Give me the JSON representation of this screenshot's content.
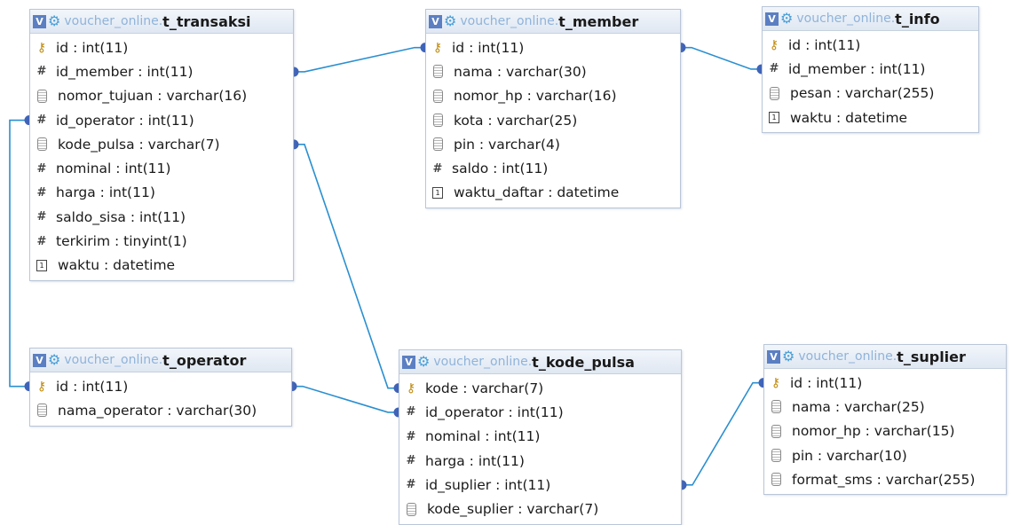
{
  "database": "voucher_online",
  "tables": [
    {
      "key": "t_transaksi",
      "db_label": "voucher_online.",
      "name": "t_transaksi",
      "fields": [
        {
          "text": "id : int(11)",
          "icon": "key"
        },
        {
          "text": "id_member : int(11)",
          "icon": "num"
        },
        {
          "text": "nomor_tujuan : varchar(16)",
          "icon": "str"
        },
        {
          "text": "id_operator : int(11)",
          "icon": "num"
        },
        {
          "text": "kode_pulsa : varchar(7)",
          "icon": "str"
        },
        {
          "text": "nominal : int(11)",
          "icon": "num"
        },
        {
          "text": "harga : int(11)",
          "icon": "num"
        },
        {
          "text": "saldo_sisa : int(11)",
          "icon": "num"
        },
        {
          "text": "terkirim : tinyint(1)",
          "icon": "num"
        },
        {
          "text": "waktu : datetime",
          "icon": "date"
        }
      ]
    },
    {
      "key": "t_member",
      "db_label": "voucher_online.",
      "name": "t_member",
      "fields": [
        {
          "text": "id : int(11)",
          "icon": "key"
        },
        {
          "text": "nama : varchar(30)",
          "icon": "str"
        },
        {
          "text": "nomor_hp : varchar(16)",
          "icon": "str"
        },
        {
          "text": "kota : varchar(25)",
          "icon": "str"
        },
        {
          "text": "pin : varchar(4)",
          "icon": "str"
        },
        {
          "text": "saldo : int(11)",
          "icon": "num"
        },
        {
          "text": "waktu_daftar : datetime",
          "icon": "date"
        }
      ]
    },
    {
      "key": "t_info",
      "db_label": "voucher_online.",
      "name": "t_info",
      "fields": [
        {
          "text": "id : int(11)",
          "icon": "key"
        },
        {
          "text": "id_member : int(11)",
          "icon": "num"
        },
        {
          "text": "pesan : varchar(255)",
          "icon": "str"
        },
        {
          "text": "waktu : datetime",
          "icon": "date"
        }
      ]
    },
    {
      "key": "t_operator",
      "db_label": "voucher_online.",
      "name": "t_operator",
      "fields": [
        {
          "text": "id : int(11)",
          "icon": "key"
        },
        {
          "text": "nama_operator : varchar(30)",
          "icon": "str"
        }
      ]
    },
    {
      "key": "t_kode_pulsa",
      "db_label": "voucher_online.",
      "name": "t_kode_pulsa",
      "fields": [
        {
          "text": "kode : varchar(7)",
          "icon": "key"
        },
        {
          "text": "id_operator : int(11)",
          "icon": "num"
        },
        {
          "text": "nominal : int(11)",
          "icon": "num"
        },
        {
          "text": "harga : int(11)",
          "icon": "num"
        },
        {
          "text": "id_suplier : int(11)",
          "icon": "num"
        },
        {
          "text": "kode_suplier : varchar(7)",
          "icon": "str"
        }
      ]
    },
    {
      "key": "t_suplier",
      "db_label": "voucher_online.",
      "name": "t_suplier",
      "fields": [
        {
          "text": "id : int(11)",
          "icon": "key"
        },
        {
          "text": "nama : varchar(25)",
          "icon": "str"
        },
        {
          "text": "nomor_hp : varchar(15)",
          "icon": "str"
        },
        {
          "text": "pin : varchar(10)",
          "icon": "str"
        },
        {
          "text": "format_sms : varchar(255)",
          "icon": "str"
        }
      ]
    }
  ],
  "relations": [
    {
      "from": "t_transaksi.id_member",
      "to": "t_member.id"
    },
    {
      "from": "t_info.id_member",
      "to": "t_member.id"
    },
    {
      "from": "t_transaksi.kode_pulsa",
      "to": "t_kode_pulsa.kode"
    },
    {
      "from": "t_transaksi.id_operator",
      "to": "t_operator.id"
    },
    {
      "from": "t_kode_pulsa.id_operator",
      "to": "t_operator.id"
    },
    {
      "from": "t_kode_pulsa.id_suplier",
      "to": "t_suplier.id"
    }
  ],
  "colors": {
    "connector": "#2a8fd0",
    "endpoint": "#3f63b8",
    "header_bg": "#e6edf6",
    "border": "#b9c6d8"
  },
  "icons": {
    "key": "key-icon",
    "num": "hash-icon",
    "str": "string-icon",
    "date": "datetime-icon"
  }
}
